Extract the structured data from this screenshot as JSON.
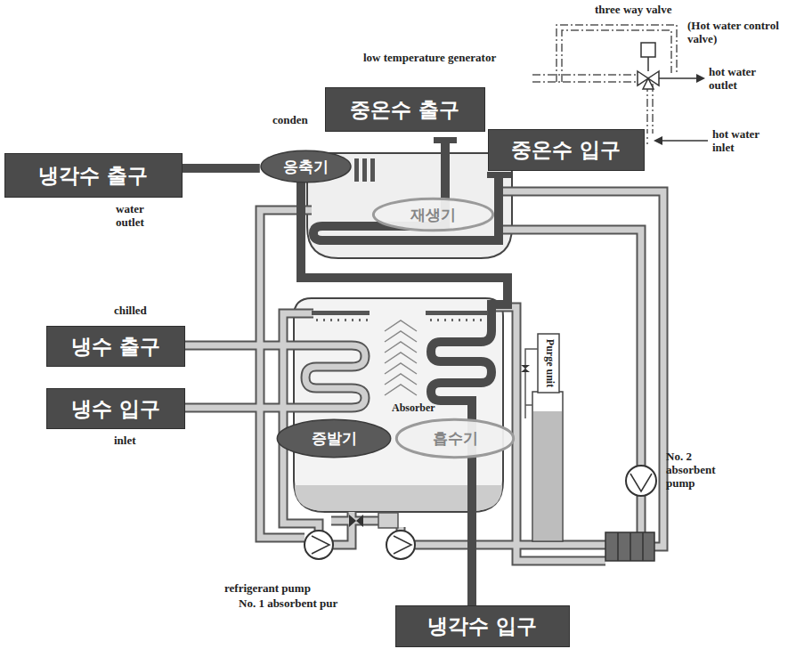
{
  "diagram": {
    "nodes": [
      {
        "text": [
          "중온수 출구"
        ]
      },
      {
        "text": [
          "중온수 입구"
        ]
      },
      {
        "text": [
          "응축기"
        ]
      },
      {
        "text": [
          "냉각수 출구"
        ]
      },
      {
        "text": [
          "재생기"
        ]
      },
      {
        "text": [
          "냉수 출구"
        ]
      },
      {
        "text": [
          "냉수 입구"
        ]
      },
      {
        "text": [
          "증발기"
        ]
      },
      {
        "text": [
          "흡수기"
        ]
      },
      {
        "text": [
          "냉각수 입구"
        ]
      }
    ],
    "edges": [
      {
        "from": 3,
        "to": 2,
        "arrow": "none"
      }
    ],
    "labels": [
      "three way valve",
      "(Hot water control valve)",
      "low temperature generator",
      "hot water outlet",
      "conden",
      "hot water inlet",
      "water outlet",
      "chilled",
      "Absorber",
      "inlet",
      "Purge unit",
      "No. 2 absorbent pump",
      "refrigerant pump",
      "No. 1 absorbent pur"
    ]
  }
}
